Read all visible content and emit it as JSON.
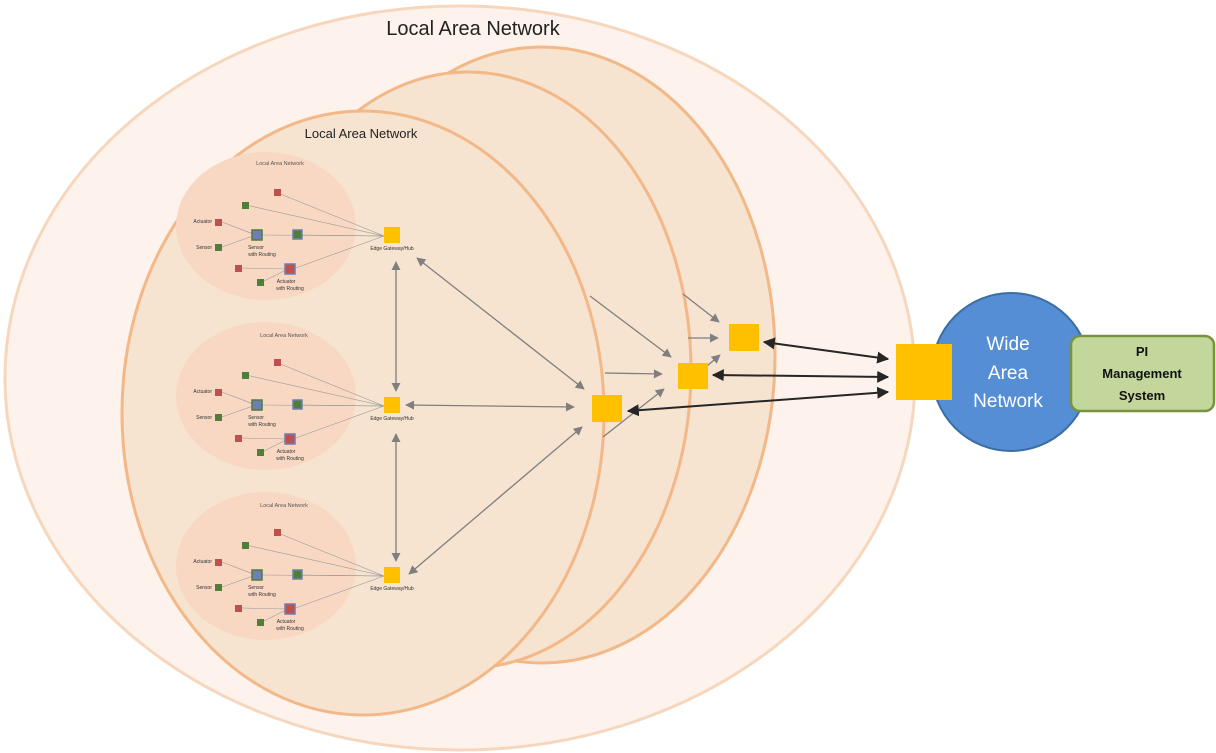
{
  "outer_network_label": "Local Area Network",
  "middle_network_label": "Local Area Network",
  "sub_networks": [
    {
      "title": "Local Area Network",
      "actuator_label": "Actuator",
      "sensor_label": "Sensor",
      "sensor_routing_label": [
        "Sensor",
        "with Routing"
      ],
      "actuator_routing_label": [
        "Actuator",
        "with Routing"
      ],
      "gateway_label": "Edge Gateway/Hub"
    },
    {
      "title": "Local Area Network",
      "actuator_label": "Actuator",
      "sensor_label": "Sensor",
      "sensor_routing_label": [
        "Sensor",
        "with Routing"
      ],
      "actuator_routing_label": [
        "Actuator",
        "with Routing"
      ],
      "gateway_label": "Edge Gateway/Hub"
    },
    {
      "title": "Local Area Network",
      "actuator_label": "Actuator",
      "sensor_label": "Sensor",
      "sensor_routing_label": [
        "Sensor",
        "with Routing"
      ],
      "actuator_routing_label": [
        "Actuator",
        "with Routing"
      ],
      "gateway_label": "Edge Gateway/Hub"
    }
  ],
  "wan": {
    "lines": [
      "Wide",
      "Area",
      "Network"
    ]
  },
  "pi_system": {
    "lines": [
      "PI",
      "Management",
      "System"
    ]
  },
  "colors": {
    "outer_fill": "#fdf3ec",
    "outer_stroke": "#f6d7bd",
    "layer_fill": "#f6e3d0",
    "layer_stroke": "#f2b888",
    "lan_fill": "#f8d8c3",
    "gateway": "#ffc000",
    "wan_fill": "#558ed5",
    "wan_stroke": "#3a6ea5",
    "pi_fill": "#c3d69b",
    "pi_stroke": "#77933c",
    "actuator": "#c0504d",
    "sensor": "#4f7d3a",
    "arrow_gray": "#7f7f7f",
    "arrow_dark": "#262626"
  }
}
